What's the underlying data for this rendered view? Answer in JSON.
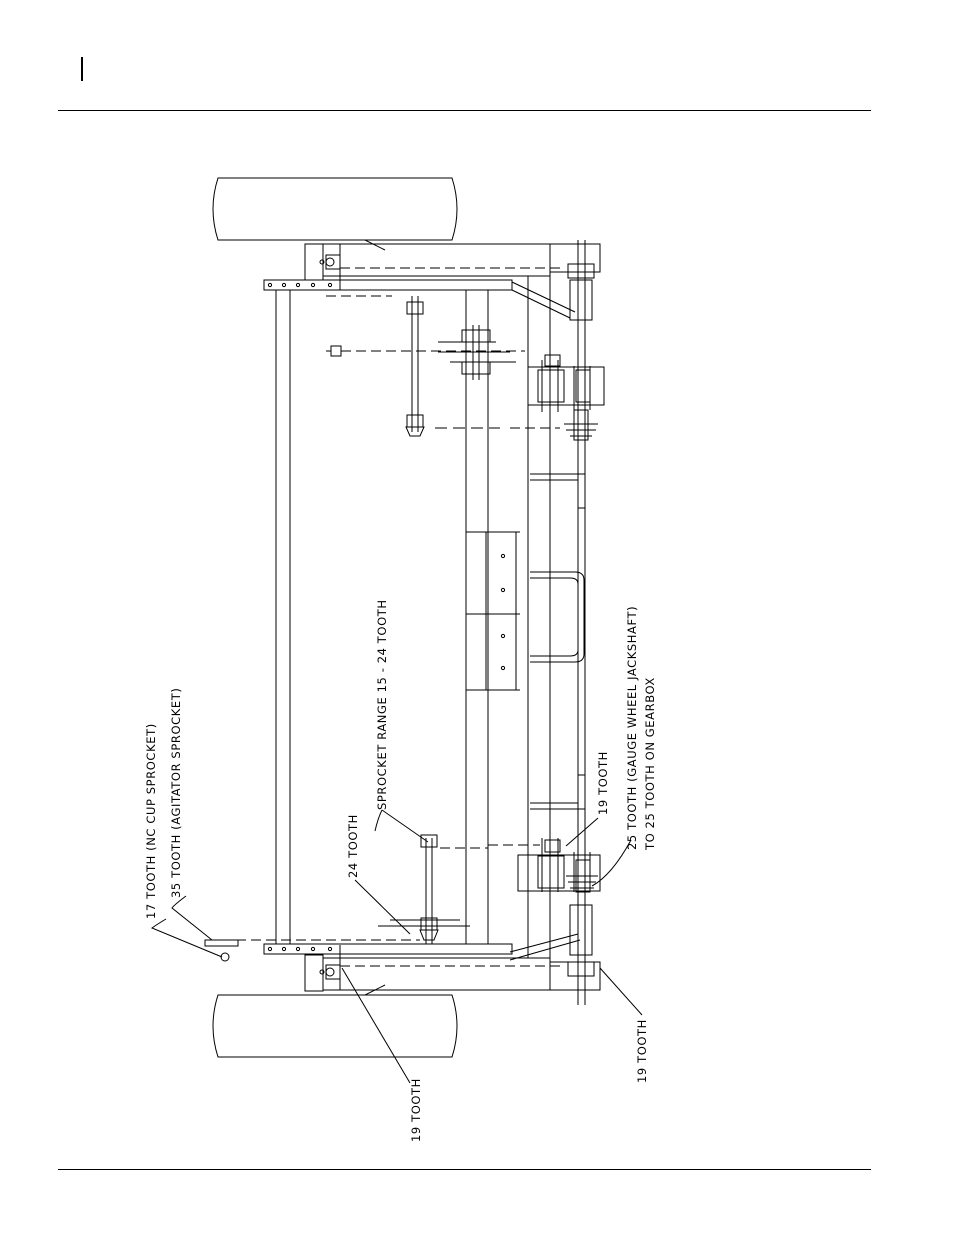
{
  "diagram": {
    "labels": {
      "nc_cup": "17 TOOTH (NC CUP SPROCKET)",
      "agitator": "35 TOOTH (AGITATOR SPROCKET)",
      "tooth_24": "24 TOOTH",
      "sprocket_range": "SPROCKET RANGE 15 - 24 TOOTH",
      "gauge_wheel_1": "25 TOOTH (GAUGE WHEEL JACKSHAFT)",
      "gauge_wheel_2": "TO 25 TOOTH ON GEARBOX",
      "tooth_19_gearbox": "19 TOOTH",
      "tooth_19_wheel": "19 TOOTH",
      "tooth_19_bottom": "19 TOOTH"
    }
  }
}
